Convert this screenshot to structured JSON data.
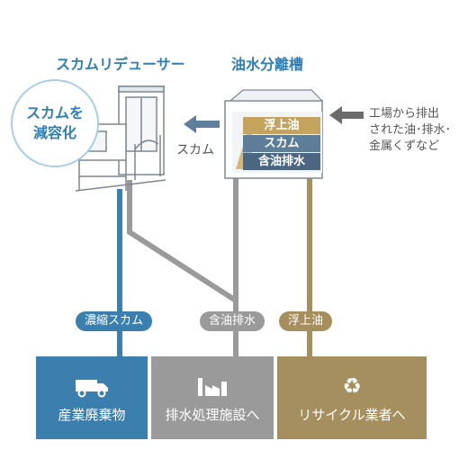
{
  "titles": {
    "reducer": "スカムリデューサー",
    "separator": "油水分離槽"
  },
  "circle_lines": [
    "スカムを",
    "減容化"
  ],
  "scum_label": "スカム",
  "tank_layers": [
    "浮上油",
    "スカム",
    "含油排水"
  ],
  "factory_note": [
    "工場から排出",
    "された油･排水･",
    "金属くずなど"
  ],
  "pills": {
    "concentrated_scum": "濃縮スカム",
    "oily_wastewater": "含油排水",
    "floating_oil": "浮上油"
  },
  "boxes": {
    "industrial_waste": "産業廃棄物",
    "wastewater_facility": "排水処理施設へ",
    "recycler": "リサイクル業者へ"
  },
  "colors": {
    "blue": "#3a7fae",
    "gray": "#9a9a9a",
    "gold": "#a68f5e",
    "tank_slate": "#4f6f8c"
  },
  "icons": {
    "industrial_waste": "truck-icon",
    "wastewater_facility": "factory-icon",
    "recycler": "recycle-icon"
  }
}
